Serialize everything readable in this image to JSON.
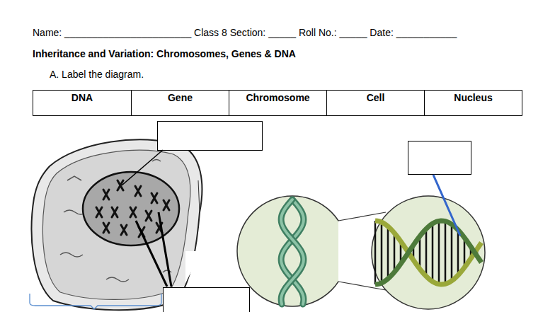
{
  "diagram": {
    "title": "Inheritance and Variation: Chromosomes, Genes & DNA",
    "labels": [
      "Name: _______________________ Class 8 Section: _____ Roll No.: _____ Date: ___________",
      "A.  Label the diagram.",
      "DNA",
      "Gene",
      "Chromosome",
      "Cell",
      "Nucleus"
    ]
  }
}
